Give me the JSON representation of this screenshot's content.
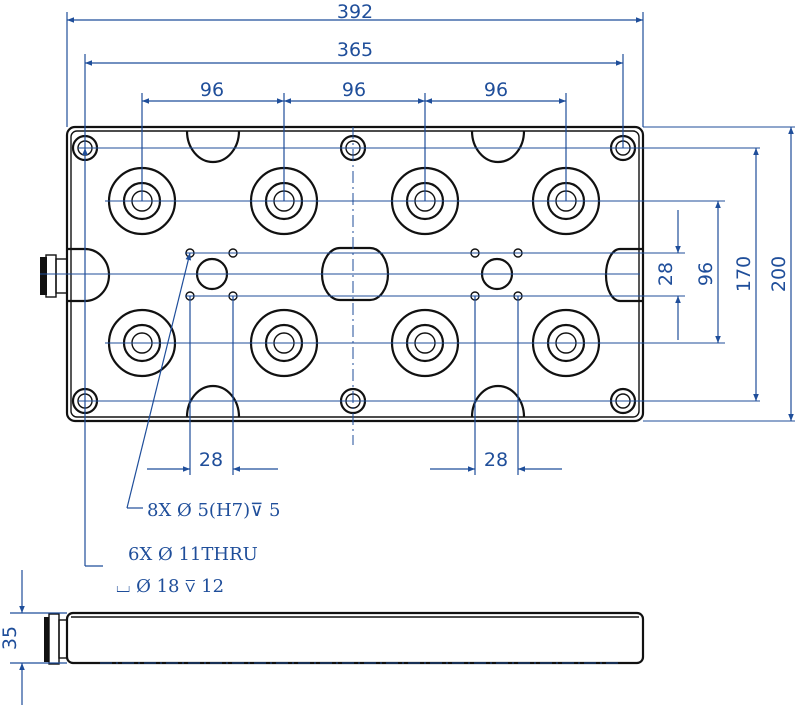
{
  "dimensions": {
    "overall_width": "392",
    "inner_width": "365",
    "pitch_1": "96",
    "pitch_2": "96",
    "pitch_3": "96",
    "right_28": "28",
    "right_96": "96",
    "right_170": "170",
    "right_200": "200",
    "bottom_28_left": "28",
    "bottom_28_right": "28",
    "thickness": "35"
  },
  "notes": {
    "pin_holes": "8X  Ø  5(H7)⊽  5",
    "thru_holes": "6X  Ø  11THRU",
    "counterbore": "⌴  Ø  18  ⊽  12"
  },
  "colors": {
    "dimension": "#1f4e9a",
    "outline": "#111111"
  }
}
